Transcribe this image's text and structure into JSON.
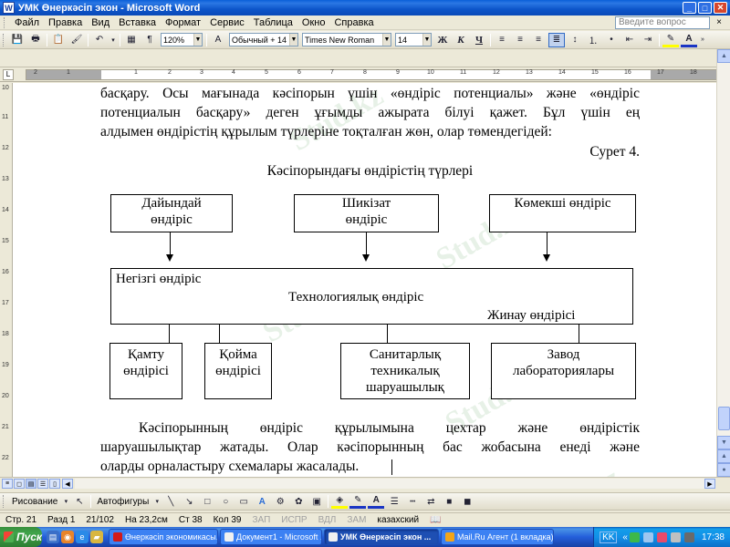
{
  "window": {
    "title": "УМК Өнеркәсіп экон - Microsoft Word",
    "app_icon": "W"
  },
  "menu": {
    "items": [
      "Файл",
      "Правка",
      "Вид",
      "Вставка",
      "Формат",
      "Сервис",
      "Таблица",
      "Окно",
      "Справка"
    ],
    "help_placeholder": "Введите вопрос",
    "close_doc": "×"
  },
  "toolbar": {
    "zoom": "120%",
    "style": "Обычный + 14 г",
    "font": "Times New Roman",
    "size": "14",
    "bold": "Ж",
    "italic": "К",
    "underline": "Ч"
  },
  "ruler": {
    "numbers": [
      "2",
      "1",
      "1",
      "2",
      "3",
      "4",
      "5",
      "6",
      "7",
      "8",
      "9",
      "10",
      "11",
      "12",
      "13",
      "14",
      "15",
      "16",
      "17",
      "18"
    ],
    "vnumbers": [
      "10",
      "11",
      "12",
      "13",
      "14",
      "15",
      "16",
      "17",
      "18",
      "19",
      "20",
      "21",
      "22"
    ]
  },
  "document": {
    "intro_line1": "басқару. Осы мағынада кәсіпорын үшін «өндіріс потенциалы» және «өндіріс",
    "intro_line2": "потенциалын басқару» деген ұғымды ажырата білуі қажет. Бұл үшін ең",
    "intro_line3": "алдымен өндірістің құрылым түрлеріне тоқталған жөн, олар төмендегідей:",
    "figure_label": "Сурет 4.",
    "diagram_title": "Кәсіпорындағы өндірістің түрлері",
    "boxes": {
      "top_left_1": "Дайындай",
      "top_left_2": "өндіріс",
      "top_mid_1": "Шикізат",
      "top_mid_2": "өндіріс",
      "top_right": "Көмекші өндіріс",
      "main_left": "Негізгі өндіріс",
      "main_center": "Технологиялық өндіріс",
      "main_right": "Жинау өндірісі",
      "bottom_1_1": "Қамту",
      "bottom_1_2": "өндірісі",
      "bottom_2_1": "Қойма",
      "bottom_2_2": "өндірісі",
      "bottom_3_1": "Санитарлық",
      "bottom_3_2": "техникалық",
      "bottom_3_3": "шаруашылық",
      "bottom_4_1": "Завод",
      "bottom_4_2": "лабораториялары"
    },
    "outro_line1": "Кәсіпорынның өндіріс құрылымына цехтар және өндірістік",
    "outro_line2": "шаруашылықтар жатады. Олар кәсіпорынның бас жобасына енеді және",
    "outro_line3": "оларды орналастыру схемалары жасалады.",
    "watermark": "Stud.kz"
  },
  "drawbar": {
    "drawing": "Рисование",
    "autoshapes": "Автофигуры"
  },
  "status": {
    "page": "Стр. 21",
    "section": "Разд 1",
    "pages": "21/102",
    "at": "На 23,2см",
    "line": "Ст 38",
    "col": "Кол 39",
    "rec": "ЗАП",
    "trk": "ИСПР",
    "ext": "ВДЛ",
    "ovr": "ЗАМ",
    "lang": "казахский"
  },
  "taskbar": {
    "start": "Пуск",
    "tasks": [
      "Өнеркәсіп экономикасы...",
      "Документ1 - Microsoft ...",
      "УМК Өнеркәсіп экон ...",
      "Mail.Ru Агент (1 вкладка)"
    ],
    "lang": "KK",
    "time": "17:38"
  },
  "colors": {
    "titlebar": "#0a5fd8",
    "taskbar": "#245edb",
    "start": "#388e3c"
  }
}
